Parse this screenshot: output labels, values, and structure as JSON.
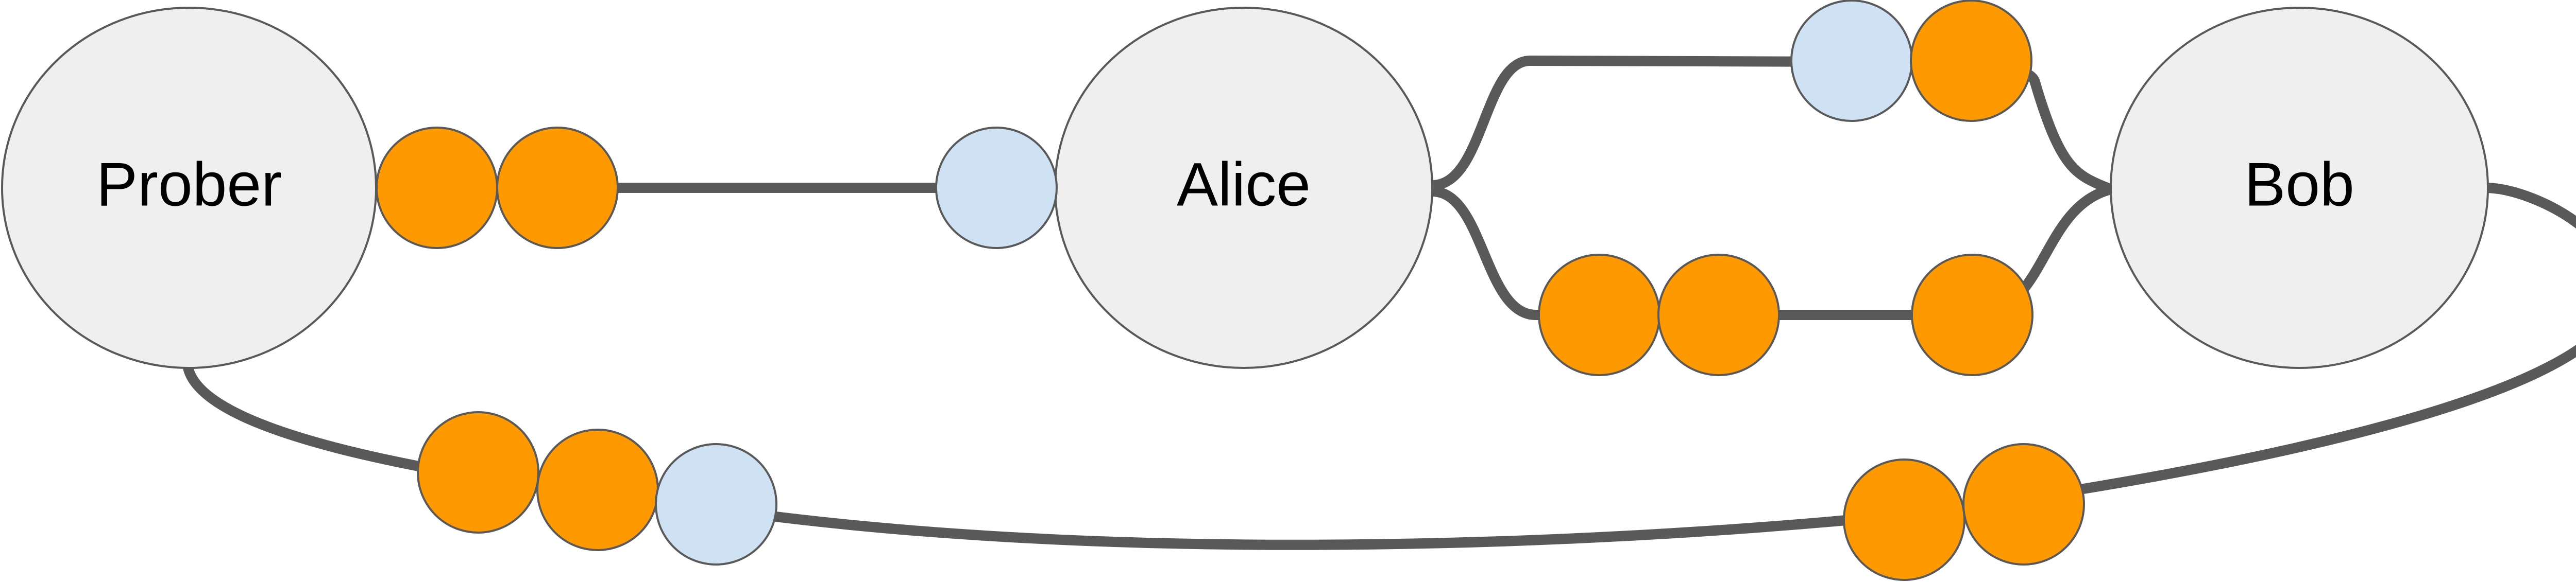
{
  "colors": {
    "node_fill": "#efefef",
    "outline": "#595959",
    "token_orange": "#ff9900",
    "token_blue": "#cfe2f3",
    "background": "#ffffff"
  },
  "nodes": [
    {
      "id": "prober",
      "label": "Prober"
    },
    {
      "id": "alice",
      "label": "Alice"
    },
    {
      "id": "bob",
      "label": "Bob"
    }
  ],
  "links": [
    {
      "id": "prober-alice",
      "from": "Prober",
      "to": "Alice",
      "tokens": [
        "orange",
        "orange",
        "blue"
      ]
    },
    {
      "id": "alice-bob-upper",
      "from": "Alice",
      "to": "Bob",
      "tokens": [
        "blue",
        "orange"
      ]
    },
    {
      "id": "alice-bob-lower",
      "from": "Alice",
      "to": "Bob",
      "tokens": [
        "orange",
        "orange",
        "orange"
      ]
    },
    {
      "id": "bob-prober",
      "from": "Bob",
      "to": "Prober",
      "tokens": [
        "orange",
        "orange",
        "blue",
        "orange",
        "orange"
      ]
    }
  ]
}
